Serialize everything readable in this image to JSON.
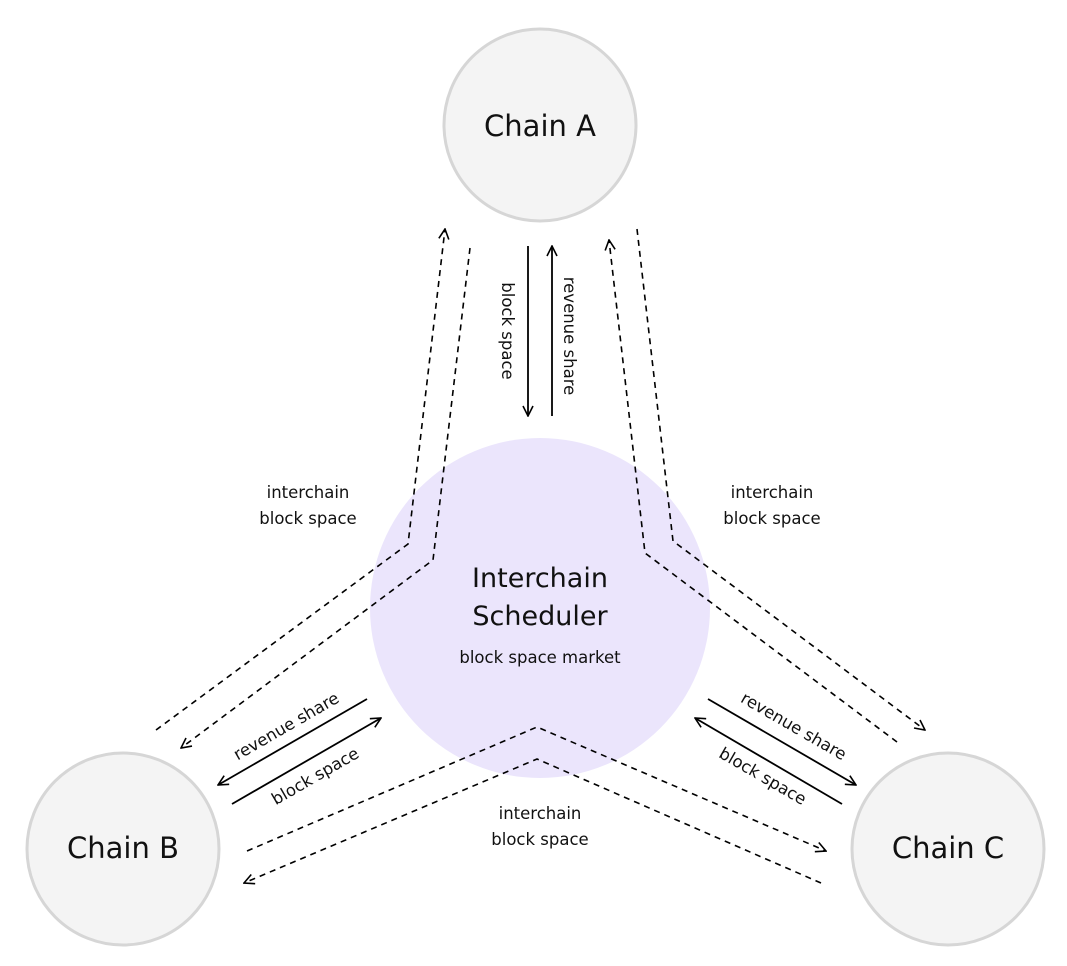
{
  "nodes": {
    "chain_a": "Chain A",
    "chain_b": "Chain B",
    "chain_c": "Chain C",
    "scheduler_line1": "Interchain",
    "scheduler_line2": "Scheduler",
    "scheduler_sub": "block space market"
  },
  "edges": {
    "block_space": "block space",
    "revenue_share": "revenue share",
    "interchain": "interchain"
  },
  "colors": {
    "chain_fill": "#f4f4f4",
    "chain_stroke": "#d6d6d6",
    "scheduler_fill": "#ebe5fc"
  }
}
